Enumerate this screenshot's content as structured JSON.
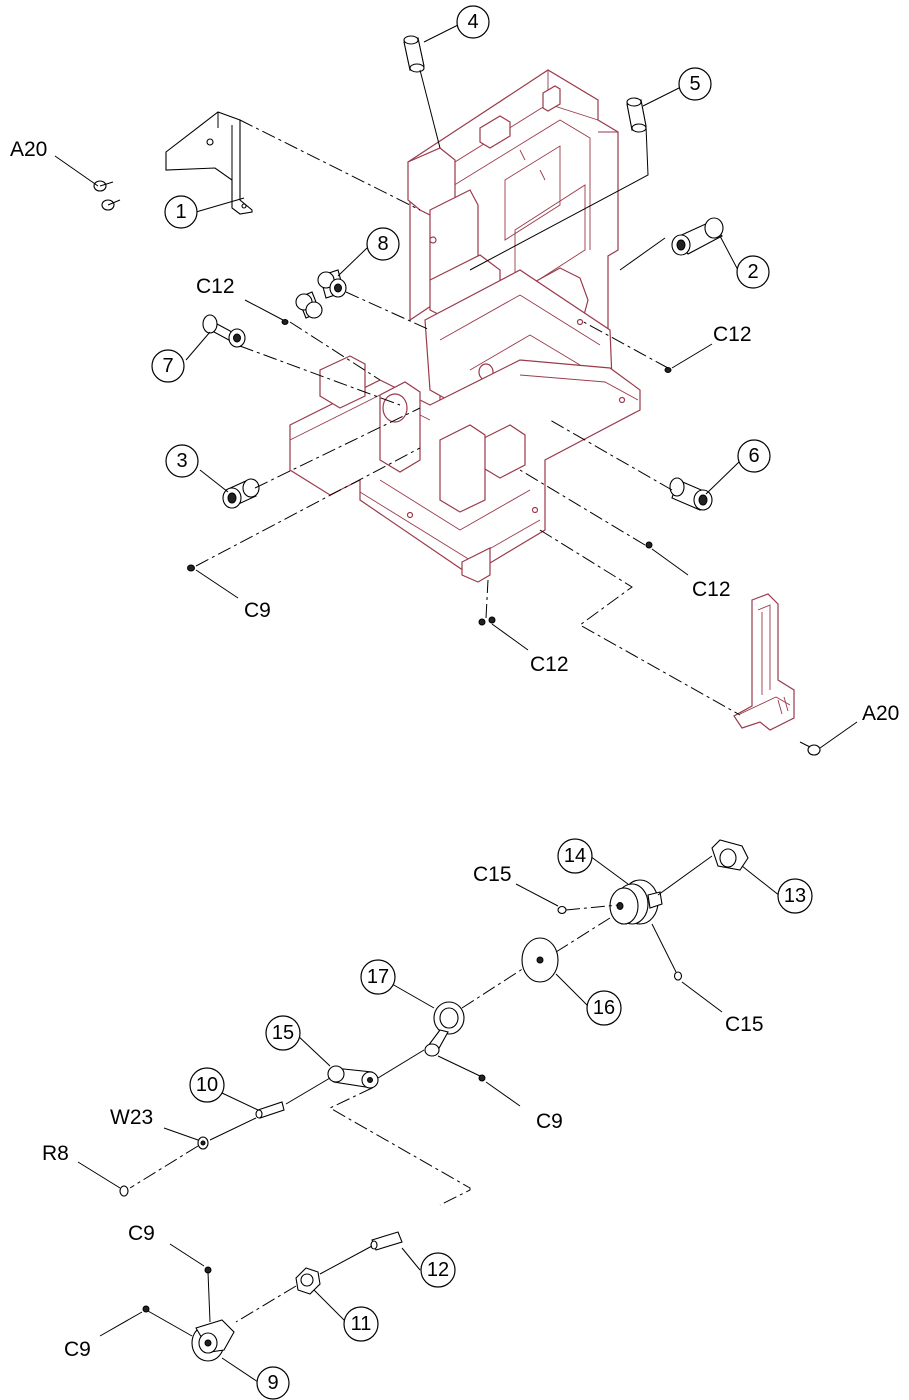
{
  "callouts": {
    "c1": "1",
    "c2": "2",
    "c3": "3",
    "c4": "4",
    "c5": "5",
    "c6": "6",
    "c7": "7",
    "c8": "8",
    "c9": "9",
    "c10": "10",
    "c11": "11",
    "c12": "12",
    "c13": "13",
    "c14": "14",
    "c15": "15",
    "c16": "16",
    "c17": "17"
  },
  "labels": {
    "a20_left": "A20",
    "a20_right": "A20",
    "c12_top": "C12",
    "c12_right": "C12",
    "c12_mid": "C12",
    "c12_bottom": "C12",
    "c9_upper": "C9",
    "c15_left": "C15",
    "c15_right": "C15",
    "c9_mid": "C9",
    "w23": "W23",
    "r8": "R8",
    "c9_low1": "C9",
    "c9_low2": "C9"
  }
}
